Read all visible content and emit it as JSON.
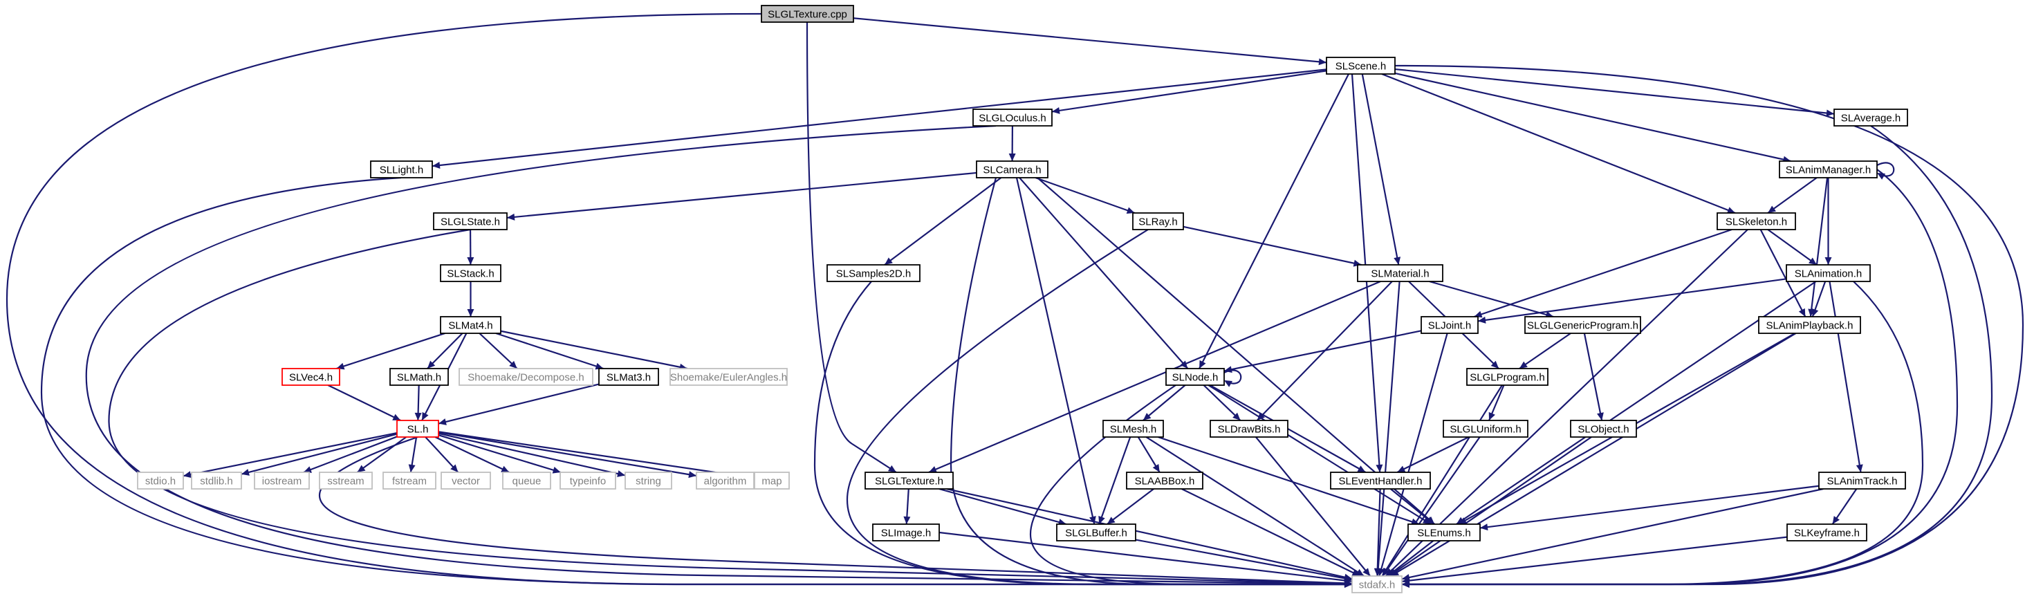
{
  "nodes": {
    "n_cpp": {
      "label": "SLGLTexture.cpp",
      "style": "root"
    },
    "n_scene": {
      "label": "SLScene.h",
      "style": "normal"
    },
    "n_oculus": {
      "label": "SLGLOculus.h",
      "style": "normal"
    },
    "n_average": {
      "label": "SLAverage.h",
      "style": "normal"
    },
    "n_light": {
      "label": "SLLight.h",
      "style": "normal"
    },
    "n_camera": {
      "label": "SLCamera.h",
      "style": "normal"
    },
    "n_animmgr": {
      "label": "SLAnimManager.h",
      "style": "normal"
    },
    "n_glstate": {
      "label": "SLGLState.h",
      "style": "normal"
    },
    "n_ray": {
      "label": "SLRay.h",
      "style": "normal"
    },
    "n_skeleton": {
      "label": "SLSkeleton.h",
      "style": "normal"
    },
    "n_stack": {
      "label": "SLStack.h",
      "style": "normal"
    },
    "n_samples2d": {
      "label": "SLSamples2D.h",
      "style": "normal"
    },
    "n_material": {
      "label": "SLMaterial.h",
      "style": "normal"
    },
    "n_animation": {
      "label": "SLAnimation.h",
      "style": "normal"
    },
    "n_mat4": {
      "label": "SLMat4.h",
      "style": "normal"
    },
    "n_joint": {
      "label": "SLJoint.h",
      "style": "normal"
    },
    "n_glgenprog": {
      "label": "SLGLGenericProgram.h",
      "style": "normal"
    },
    "n_animplayback": {
      "label": "SLAnimPlayback.h",
      "style": "normal"
    },
    "n_vec4": {
      "label": "SLVec4.h",
      "style": "warn"
    },
    "n_math": {
      "label": "SLMath.h",
      "style": "normal"
    },
    "n_decompose": {
      "label": "Shoemake/Decompose.h",
      "style": "missing"
    },
    "n_mat3": {
      "label": "SLMat3.h",
      "style": "normal"
    },
    "n_euler": {
      "label": "Shoemake/EulerAngles.h",
      "style": "missing"
    },
    "n_node": {
      "label": "SLNode.h",
      "style": "normal"
    },
    "n_glprogram": {
      "label": "SLGLProgram.h",
      "style": "normal"
    },
    "n_sl": {
      "label": "SL.h",
      "style": "warn"
    },
    "n_mesh": {
      "label": "SLMesh.h",
      "style": "normal"
    },
    "n_drawbits": {
      "label": "SLDrawBits.h",
      "style": "normal"
    },
    "n_gluniform": {
      "label": "SLGLUniform.h",
      "style": "normal"
    },
    "n_object": {
      "label": "SLObject.h",
      "style": "normal"
    },
    "n_stdio": {
      "label": "stdio.h",
      "style": "missing"
    },
    "n_stdlib": {
      "label": "stdlib.h",
      "style": "missing"
    },
    "n_iostream": {
      "label": "iostream",
      "style": "missing"
    },
    "n_sstream": {
      "label": "sstream",
      "style": "missing"
    },
    "n_fstream": {
      "label": "fstream",
      "style": "missing"
    },
    "n_vector": {
      "label": "vector",
      "style": "missing"
    },
    "n_queue": {
      "label": "queue",
      "style": "missing"
    },
    "n_typeinfo": {
      "label": "typeinfo",
      "style": "missing"
    },
    "n_string": {
      "label": "string",
      "style": "missing"
    },
    "n_algorithm": {
      "label": "algorithm",
      "style": "missing"
    },
    "n_map": {
      "label": "map",
      "style": "missing"
    },
    "n_gltexture": {
      "label": "SLGLTexture.h",
      "style": "normal"
    },
    "n_aabbox": {
      "label": "SLAABBox.h",
      "style": "normal"
    },
    "n_eventhandler": {
      "label": "SLEventHandler.h",
      "style": "normal"
    },
    "n_animtrack": {
      "label": "SLAnimTrack.h",
      "style": "normal"
    },
    "n_image": {
      "label": "SLImage.h",
      "style": "normal"
    },
    "n_glbuffer": {
      "label": "SLGLBuffer.h",
      "style": "normal"
    },
    "n_enums": {
      "label": "SLEnums.h",
      "style": "normal"
    },
    "n_keyframe": {
      "label": "SLKeyframe.h",
      "style": "normal"
    },
    "n_stdafx": {
      "label": "stdafx.h",
      "style": "missing"
    }
  },
  "edges": [
    {
      "from": "n_cpp",
      "to": "n_scene"
    },
    {
      "from": "n_cpp",
      "to": "n_gltexture"
    },
    {
      "from": "n_cpp",
      "to": "n_stdafx"
    },
    {
      "from": "n_scene",
      "to": "n_oculus"
    },
    {
      "from": "n_scene",
      "to": "n_average"
    },
    {
      "from": "n_scene",
      "to": "n_light"
    },
    {
      "from": "n_scene",
      "to": "n_animmgr"
    },
    {
      "from": "n_scene",
      "to": "n_skeleton"
    },
    {
      "from": "n_scene",
      "to": "n_material"
    },
    {
      "from": "n_scene",
      "to": "n_node"
    },
    {
      "from": "n_scene",
      "to": "n_eventhandler"
    },
    {
      "from": "n_scene",
      "to": "n_stdafx"
    },
    {
      "from": "n_oculus",
      "to": "n_camera"
    },
    {
      "from": "n_oculus",
      "to": "n_stdafx"
    },
    {
      "from": "n_average",
      "to": "n_stdafx"
    },
    {
      "from": "n_light",
      "to": "n_stdafx"
    },
    {
      "from": "n_camera",
      "to": "n_glstate"
    },
    {
      "from": "n_camera",
      "to": "n_ray"
    },
    {
      "from": "n_camera",
      "to": "n_samples2d"
    },
    {
      "from": "n_camera",
      "to": "n_node"
    },
    {
      "from": "n_camera",
      "to": "n_glbuffer"
    },
    {
      "from": "n_camera",
      "to": "n_enums"
    },
    {
      "from": "n_camera",
      "to": "n_stdafx"
    },
    {
      "from": "n_animmgr",
      "to": "n_animmgr"
    },
    {
      "from": "n_animmgr",
      "to": "n_skeleton"
    },
    {
      "from": "n_animmgr",
      "to": "n_animation"
    },
    {
      "from": "n_animmgr",
      "to": "n_animplayback"
    },
    {
      "from": "n_animmgr",
      "to": "n_stdafx"
    },
    {
      "from": "n_glstate",
      "to": "n_stack"
    },
    {
      "from": "n_glstate",
      "to": "n_stdafx"
    },
    {
      "from": "n_ray",
      "to": "n_material"
    },
    {
      "from": "n_ray",
      "to": "n_stdafx"
    },
    {
      "from": "n_skeleton",
      "to": "n_joint"
    },
    {
      "from": "n_skeleton",
      "to": "n_animation"
    },
    {
      "from": "n_skeleton",
      "to": "n_animplayback"
    },
    {
      "from": "n_skeleton",
      "to": "n_stdafx"
    },
    {
      "from": "n_stack",
      "to": "n_mat4"
    },
    {
      "from": "n_samples2d",
      "to": "n_stdafx"
    },
    {
      "from": "n_material",
      "to": "n_glgenprog"
    },
    {
      "from": "n_material",
      "to": "n_glprogram"
    },
    {
      "from": "n_material",
      "to": "n_gltexture"
    },
    {
      "from": "n_material",
      "to": "n_drawbits"
    },
    {
      "from": "n_material",
      "to": "n_stdafx"
    },
    {
      "from": "n_animation",
      "to": "n_joint"
    },
    {
      "from": "n_animation",
      "to": "n_animplayback"
    },
    {
      "from": "n_animation",
      "to": "n_animtrack"
    },
    {
      "from": "n_animation",
      "to": "n_enums"
    },
    {
      "from": "n_animation",
      "to": "n_stdafx"
    },
    {
      "from": "n_mat4",
      "to": "n_vec4"
    },
    {
      "from": "n_mat4",
      "to": "n_math"
    },
    {
      "from": "n_mat4",
      "to": "n_decompose"
    },
    {
      "from": "n_mat4",
      "to": "n_mat3"
    },
    {
      "from": "n_mat4",
      "to": "n_euler"
    },
    {
      "from": "n_mat4",
      "to": "n_sl"
    },
    {
      "from": "n_joint",
      "to": "n_node"
    },
    {
      "from": "n_joint",
      "to": "n_stdafx"
    },
    {
      "from": "n_glgenprog",
      "to": "n_glprogram"
    },
    {
      "from": "n_glgenprog",
      "to": "n_object"
    },
    {
      "from": "n_animplayback",
      "to": "n_enums"
    },
    {
      "from": "n_animplayback",
      "to": "n_stdafx"
    },
    {
      "from": "n_vec4",
      "to": "n_sl"
    },
    {
      "from": "n_math",
      "to": "n_sl"
    },
    {
      "from": "n_mat3",
      "to": "n_sl"
    },
    {
      "from": "n_node",
      "to": "n_node"
    },
    {
      "from": "n_node",
      "to": "n_mesh"
    },
    {
      "from": "n_node",
      "to": "n_drawbits"
    },
    {
      "from": "n_node",
      "to": "n_eventhandler"
    },
    {
      "from": "n_node",
      "to": "n_enums"
    },
    {
      "from": "n_node",
      "to": "n_stdafx"
    },
    {
      "from": "n_glprogram",
      "to": "n_gluniform"
    },
    {
      "from": "n_glprogram",
      "to": "n_stdafx"
    },
    {
      "from": "n_sl",
      "to": "n_stdio"
    },
    {
      "from": "n_sl",
      "to": "n_stdlib"
    },
    {
      "from": "n_sl",
      "to": "n_iostream"
    },
    {
      "from": "n_sl",
      "to": "n_sstream"
    },
    {
      "from": "n_sl",
      "to": "n_fstream"
    },
    {
      "from": "n_sl",
      "to": "n_vector"
    },
    {
      "from": "n_sl",
      "to": "n_queue"
    },
    {
      "from": "n_sl",
      "to": "n_typeinfo"
    },
    {
      "from": "n_sl",
      "to": "n_string"
    },
    {
      "from": "n_sl",
      "to": "n_algorithm"
    },
    {
      "from": "n_sl",
      "to": "n_map"
    },
    {
      "from": "n_sl",
      "to": "n_stdafx"
    },
    {
      "from": "n_mesh",
      "to": "n_aabbox"
    },
    {
      "from": "n_mesh",
      "to": "n_glbuffer"
    },
    {
      "from": "n_mesh",
      "to": "n_enums"
    },
    {
      "from": "n_mesh",
      "to": "n_stdafx"
    },
    {
      "from": "n_drawbits",
      "to": "n_stdafx"
    },
    {
      "from": "n_gluniform",
      "to": "n_eventhandler"
    },
    {
      "from": "n_gluniform",
      "to": "n_stdafx"
    },
    {
      "from": "n_object",
      "to": "n_stdafx"
    },
    {
      "from": "n_gltexture",
      "to": "n_image"
    },
    {
      "from": "n_gltexture",
      "to": "n_glbuffer"
    },
    {
      "from": "n_gltexture",
      "to": "n_stdafx"
    },
    {
      "from": "n_aabbox",
      "to": "n_glbuffer"
    },
    {
      "from": "n_aabbox",
      "to": "n_stdafx"
    },
    {
      "from": "n_eventhandler",
      "to": "n_enums"
    },
    {
      "from": "n_eventhandler",
      "to": "n_stdafx"
    },
    {
      "from": "n_animtrack",
      "to": "n_keyframe"
    },
    {
      "from": "n_animtrack",
      "to": "n_enums"
    },
    {
      "from": "n_animtrack",
      "to": "n_stdafx"
    },
    {
      "from": "n_image",
      "to": "n_stdafx"
    },
    {
      "from": "n_glbuffer",
      "to": "n_stdafx"
    },
    {
      "from": "n_enums",
      "to": "n_stdafx"
    },
    {
      "from": "n_keyframe",
      "to": "n_stdafx"
    }
  ],
  "styles": {
    "root": {
      "fill": "#bfbfbf",
      "stroke": "#000000",
      "text": "#000000"
    },
    "normal": {
      "fill": "#ffffff",
      "stroke": "#000000",
      "text": "#000000"
    },
    "warn": {
      "fill": "#ffffff",
      "stroke": "#ff0000",
      "text": "#000000"
    },
    "missing": {
      "fill": "#ffffff",
      "stroke": "#bfbfbf",
      "text": "#7f7f7f"
    },
    "edge_color": "#191970"
  }
}
